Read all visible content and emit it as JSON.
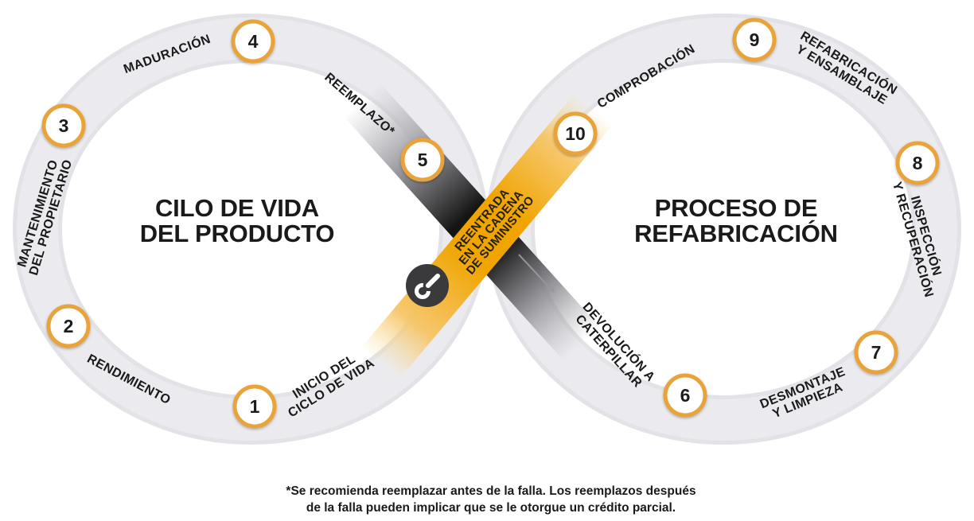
{
  "titles": {
    "left": {
      "line1": "CILO DE VIDA",
      "line2": "DEL PRODUCTO"
    },
    "right": {
      "line1": "PROCESO DE",
      "line2": "REFABRICACIÓN"
    }
  },
  "steps": [
    {
      "num": "1",
      "lines": [
        "INICIO DEL",
        "CICLO DE VIDA"
      ]
    },
    {
      "num": "2",
      "lines": [
        "RENDIMIENTO"
      ]
    },
    {
      "num": "3",
      "lines": [
        "MANTENIMIENTO",
        "DEL PROPIETARIO"
      ]
    },
    {
      "num": "4",
      "lines": [
        "MADURACIÓN"
      ]
    },
    {
      "num": "5",
      "lines": [
        "REEMPLAZO*"
      ]
    },
    {
      "num": "6",
      "lines": [
        "DEVOLUCIÓN A",
        "CATERPILLAR"
      ]
    },
    {
      "num": "7",
      "lines": [
        "DESMONTAJE",
        "Y LIMPIEZA"
      ]
    },
    {
      "num": "8",
      "lines": [
        "INSPECCIÓN",
        "Y RECUPERACIÓN"
      ]
    },
    {
      "num": "9",
      "lines": [
        "REFABRICACIÓN",
        "Y ENSAMBLAJE"
      ]
    },
    {
      "num": "10",
      "lines": [
        "COMPROBACIÓN"
      ]
    }
  ],
  "center_band": {
    "lines": [
      "REENTRADA",
      "EN LA CADENA",
      "DE SUMINISTRO"
    ]
  },
  "footnote": {
    "lines": [
      "*Se recomienda reemplazar antes de la falla. Los reemplazos después",
      "de la falla pueden implicar que se le otorgue un crédito parcial."
    ]
  },
  "icon": {
    "name": "wrench-icon"
  },
  "colors": {
    "badge_ring_gold": "#E8A33B",
    "band_gold": "#F0A400",
    "loop_gray": "#E8E8EC",
    "dark_band": "#141414",
    "text_dark": "#1A1A1A",
    "icon_circle": "#3A3A3C"
  }
}
